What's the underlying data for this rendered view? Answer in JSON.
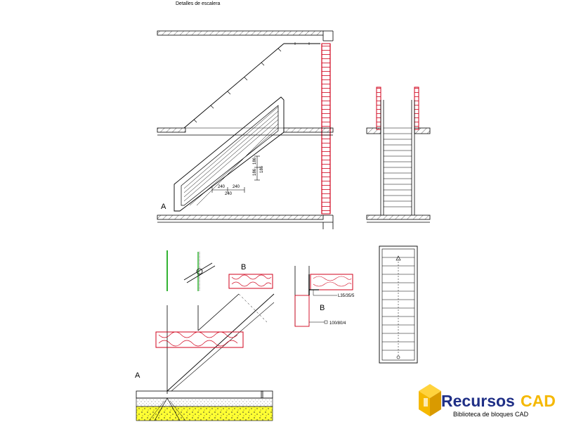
{
  "title": "Detalles de escalera",
  "labels": {
    "section_a": "A",
    "section_b": "B",
    "detail_a": "A",
    "detail_b": "B",
    "detail_b2": "B"
  },
  "dimensions": {
    "tread_1": "240",
    "tread_2": "240",
    "tread_total": "240",
    "riser_1": "186",
    "riser_2": "186",
    "riser_total": "186"
  },
  "profiles": {
    "angle": "L35/35/5",
    "tube": "100/80/4"
  },
  "logo": {
    "name_part1": "Recursos",
    "name_part2": "CAD",
    "subtitle": "Biblioteca de bloques CAD"
  },
  "colors": {
    "line": "#000000",
    "brick": "#d0021b",
    "highlight": "#00a000",
    "logo_yellow": "#f5b800",
    "logo_blue": "#1f2f86"
  }
}
